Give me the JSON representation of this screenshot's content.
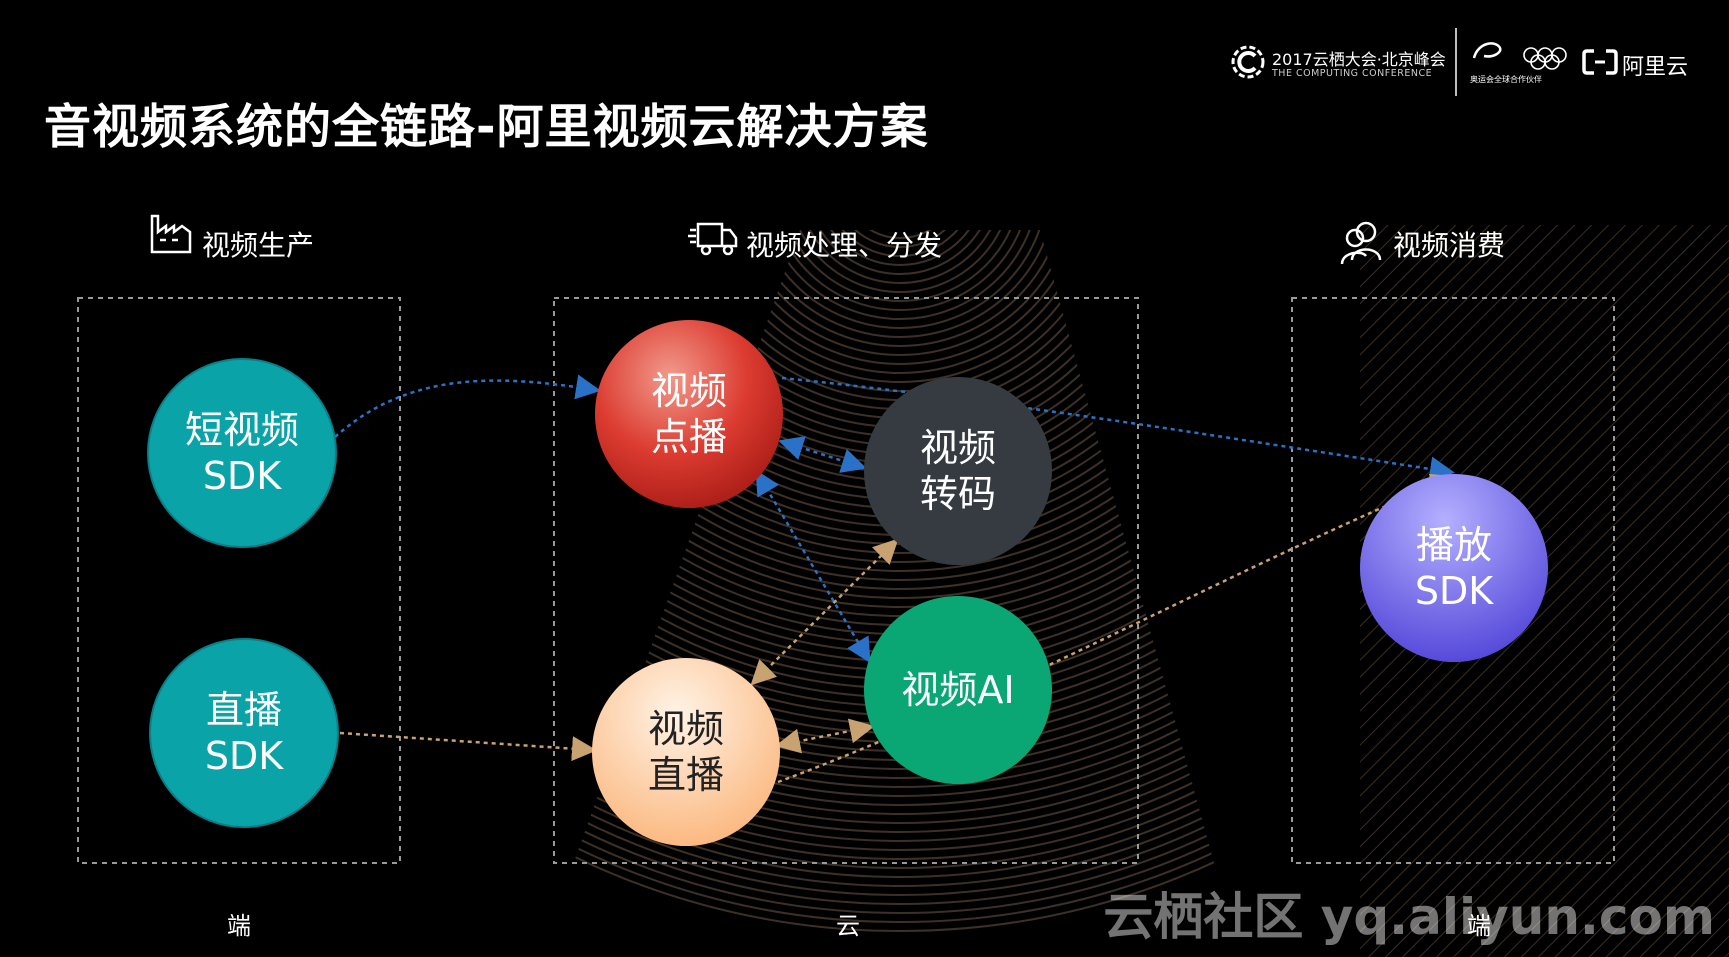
{
  "title": "音视频系统的全链路-阿里视频云解决方案",
  "logos": {
    "conference_title": "2017云栖大会·北京峰会",
    "conference_subtitle": "THE COMPUTING CONFERENCE",
    "partner_caption": "奥运会全球合作伙伴",
    "brand": "阿里云"
  },
  "sections": [
    {
      "icon": "factory-icon",
      "label": "视频生产"
    },
    {
      "icon": "delivery-truck-icon",
      "label": "视频处理、分发"
    },
    {
      "icon": "users-icon",
      "label": "视频消费"
    }
  ],
  "nodes": {
    "short_video": {
      "line1": "短视频",
      "line2": "SDK"
    },
    "live_sdk": {
      "line1": "直播",
      "line2": "SDK"
    },
    "vod": {
      "line1": "视频",
      "line2": "点播"
    },
    "transcode": {
      "line1": "视频",
      "line2": "转码"
    },
    "live": {
      "line1": "视频",
      "line2": "直播"
    },
    "ai": {
      "line1": "视频AI"
    },
    "player": {
      "line1": "播放",
      "line2": "SDK"
    }
  },
  "footer": [
    "端",
    "云",
    "端"
  ],
  "watermark": "云栖社区 yq.aliyun.com",
  "colors": {
    "teal": "#0aa3a8",
    "red": "#d9332c",
    "dark_gray": "#353b40",
    "green": "#0aa774",
    "peach": "#fdd3a6",
    "purple": "#6b5ae6",
    "blue_arrow": "#2a72c7",
    "tan_arrow": "#c8a270"
  }
}
